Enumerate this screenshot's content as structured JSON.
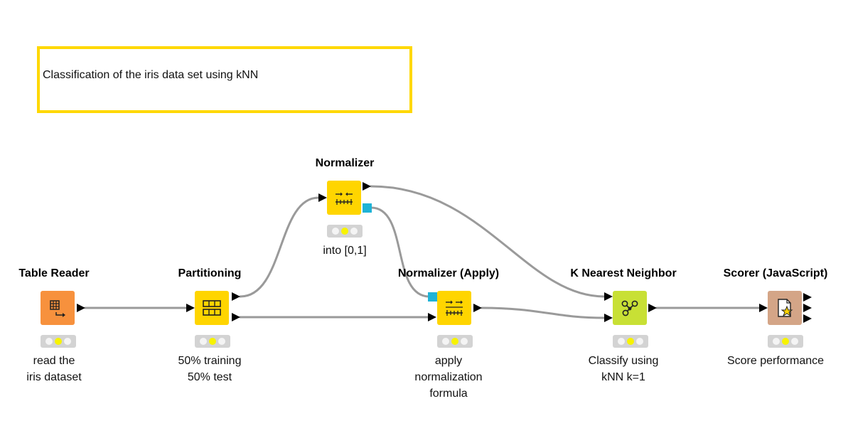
{
  "annotation": {
    "text": "Classification of the iris data set using kNN",
    "border_color": "#ffd800"
  },
  "colors": {
    "connection": "#9a9a9a",
    "port_data": "#000000",
    "port_model": "#1fb3d6",
    "status_off": "#f4f4f4",
    "status_on": "#f7f300",
    "status_bg": "#d3d3d3"
  },
  "nodes": [
    {
      "id": "table-reader",
      "title": "Table Reader",
      "label_lines": [
        "read the",
        "iris dataset"
      ],
      "color": "#f7913d",
      "icon": "table-reader-icon"
    },
    {
      "id": "partitioning",
      "title": "Partitioning",
      "label_lines": [
        "50% training",
        "50% test"
      ],
      "color": "#ffd500",
      "icon": "partition-icon"
    },
    {
      "id": "normalizer",
      "title": "Normalizer",
      "label_lines": [
        "into [0,1]"
      ],
      "color": "#ffd500",
      "icon": "normalizer-icon"
    },
    {
      "id": "normalizer-apply",
      "title": "Normalizer (Apply)",
      "label_lines": [
        "apply",
        "normalization",
        "formula"
      ],
      "color": "#ffd500",
      "icon": "normalizer-apply-icon"
    },
    {
      "id": "knn",
      "title": "K Nearest Neighbor",
      "label_lines": [
        "Classify using",
        "kNN k=1"
      ],
      "color": "#c8e035",
      "icon": "knn-icon"
    },
    {
      "id": "scorer",
      "title": "Scorer (JavaScript)",
      "label_lines": [
        "Score performance"
      ],
      "color": "#d4a587",
      "icon": "scorer-icon"
    }
  ]
}
